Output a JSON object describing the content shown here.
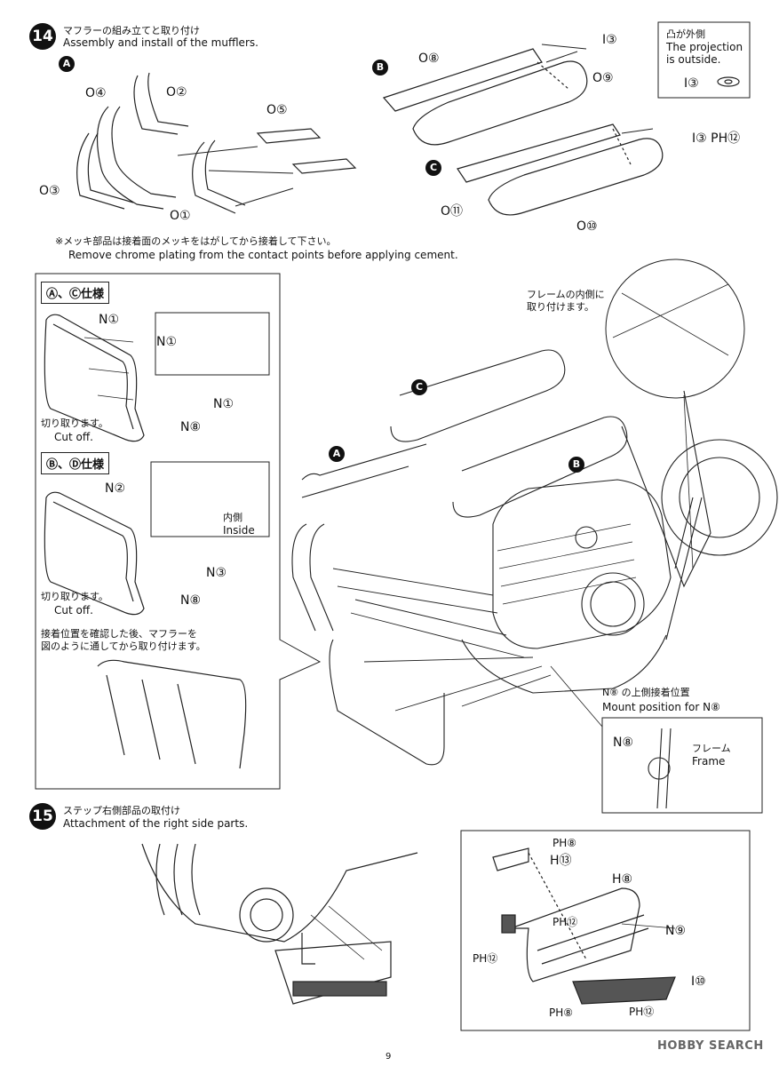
{
  "step14": {
    "number": "14",
    "title_jp": "マフラーの組み立てと取り付け",
    "title_en": "Assembly and install of the mufflers.",
    "groups": {
      "a": "A",
      "b": "B",
      "c": "C"
    },
    "parts": {
      "o4": "O④",
      "o2": "O②",
      "o5": "O⑤",
      "o3": "O③",
      "o1": "O①",
      "o8": "O⑧",
      "i3": "I③",
      "o9": "O⑨",
      "i3_ph12": "I③ PH⑫",
      "o11": "O⑪",
      "o10": "O⑩",
      "i3_small": "I③"
    },
    "projection_jp": "凸が外側",
    "projection_en_1": "The projection",
    "projection_en_2": "is outside.",
    "note_jp": "※メッキ部品は接着面のメッキをはがしてから接着して下さい。",
    "note_en": "Remove chrome plating from the contact points before applying cement.",
    "spec_ac": "Ⓐ、Ⓒ仕様",
    "spec_bd": "Ⓑ、Ⓓ仕様",
    "n1": "N①",
    "n1_inset": "N①",
    "n1_b": "N①",
    "n8": "N⑧",
    "n8_b": "N⑧",
    "n2": "N②",
    "n3": "N③",
    "cut_jp": "切り取ります。",
    "cut_en": "Cut off.",
    "cut_jp_b": "切り取ります。",
    "cut_en_b": "Cut off.",
    "inside_jp": "内側",
    "inside_en": "Inside",
    "check_jp_1": "接着位置を確認した後、マフラーを",
    "check_jp_2": "図のように通してから取り付けます。",
    "frame_inside_jp_1": "フレームの内側に",
    "frame_inside_jp_2": "取り付けます。",
    "mount_jp": "N⑧ の上側接着位置",
    "mount_en": "Mount position for N⑧",
    "n8_detail": "N⑧",
    "frame_jp": "フレーム",
    "frame_en": "Frame"
  },
  "step15": {
    "number": "15",
    "title_jp": "ステップ右側部品の取付け",
    "title_en": "Attachment of the right side parts.",
    "parts": {
      "ph8_top": "PH⑧",
      "h13": "H⑬",
      "h8": "H⑧",
      "ph12_a": "PH⑫",
      "n9": "N⑨",
      "ph12_b": "PH⑫",
      "i10": "I⑩",
      "ph8_bot": "PH⑧",
      "ph12_c": "PH⑫"
    }
  },
  "page_number": "9",
  "watermark": "HOBBY SEARCH"
}
